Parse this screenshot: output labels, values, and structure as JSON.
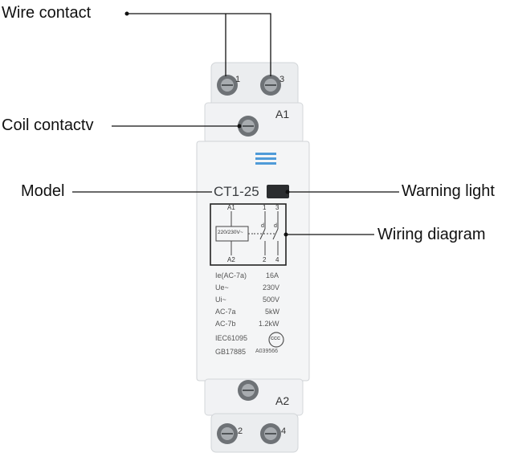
{
  "callouts": {
    "wire_contact": "Wire contact",
    "coil_contact": "Coil contactv",
    "model": "Model",
    "warning_light": "Warning light",
    "wiring_diagram": "Wiring diagram"
  },
  "device": {
    "terminal_top_left": "1",
    "terminal_top_right": "3",
    "coil_top": "A1",
    "model_name": "CT1-25",
    "coil_bottom": "A2",
    "terminal_bottom_left": "2",
    "terminal_bottom_right": "4"
  },
  "wiring": {
    "a1": "A1",
    "a2": "A2",
    "t1": "1",
    "t3": "3",
    "t2": "2",
    "t4": "4",
    "coil_voltage": "220/230V~",
    "d1": "d",
    "d2": "d"
  },
  "specs": {
    "rows": [
      {
        "label": "Ie(AC-7a)",
        "value": "16A"
      },
      {
        "label": "Ue~",
        "value": "230V"
      },
      {
        "label": "Ui~",
        "value": "500V"
      },
      {
        "label": "AC-7a",
        "value": "5kW"
      },
      {
        "label": "AC-7b",
        "value": "1.2kW"
      }
    ],
    "standard_1": "IEC61095",
    "standard_2": "GB17885",
    "cert_code": "A039566",
    "cert_mark": "CCC"
  }
}
